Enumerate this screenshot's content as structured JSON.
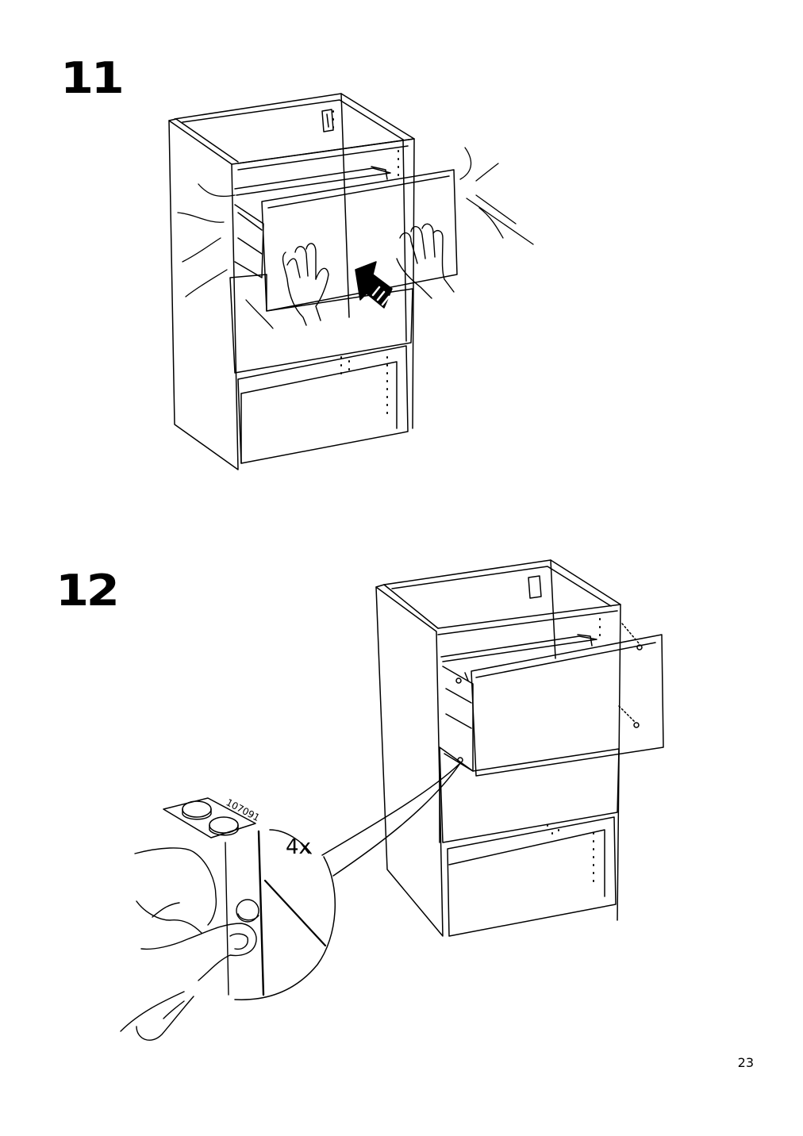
{
  "steps": [
    {
      "number": "11"
    },
    {
      "number": "12"
    }
  ],
  "step12": {
    "quantity_label": "4x",
    "part_number": "107091"
  },
  "page_number": "23",
  "colors": {
    "line": "#000000",
    "paper": "#ffffff"
  },
  "icons": [
    "hand-icon",
    "push-arrow-icon",
    "bumper-pad-icon",
    "drawer-cabinet"
  ]
}
